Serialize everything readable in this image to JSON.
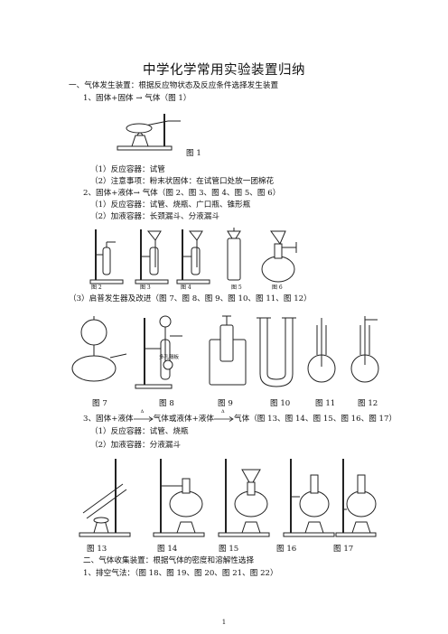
{
  "title": "中学化学常用实验装置归纳",
  "sec1_heading": "一、气体发生装置：根据反应物状态及反应条件选择发生装置",
  "sub1": "1、固体+固体 →   气体（图 1）",
  "fig1_caption": "图 1",
  "sub1_item1": "（1）反应容器：试管",
  "sub1_item2": "（2）注意事项：粉末状固体：在试管口处放一团棉花",
  "sub2": "2、固体+液体→ 气体（图 2、图 3、图 4、图 5、图 6）",
  "sub2_item1": "（1）反应容器：试管、烧瓶、广口瓶、锥形瓶",
  "sub2_item2": "（2）加液容器：长颈漏斗、分液漏斗",
  "fig2to6_labels": [
    "图 2",
    "图 3",
    "图 4",
    "图 5",
    "图 6"
  ],
  "sub2_item3": "（3）启普发生器及改进（图 7、图 8、图 9、图 10、图 11、图 12）",
  "fig8_inner_label": "多孔隔板",
  "fig7to12_captions": [
    "图 7",
    "图 8",
    "图 9",
    "图 10",
    "图 11",
    "图 12"
  ],
  "sub3_part1": "3、固体+液体",
  "sub3_arrow1": "Δ",
  "sub3_part2": "气体或液体+液体",
  "sub3_arrow2": "Δ",
  "sub3_part3": "气体（图 13、图 14、图 15、图 16、图 17）",
  "sub3_item1": "（1）反应容器：试管、烧瓶",
  "sub3_item2": "（2）加液容器：分液漏斗",
  "fig13to17_captions": [
    "图 13",
    "图 14",
    "图 15",
    "图 16",
    "图 17"
  ],
  "sec2_heading": "二、气体收集装置：根据气体的密度和溶解性选择",
  "sec2_sub1": "1、排空气法：（图 18、图 19、图 20、图 21、图 22）",
  "page_number": "1"
}
